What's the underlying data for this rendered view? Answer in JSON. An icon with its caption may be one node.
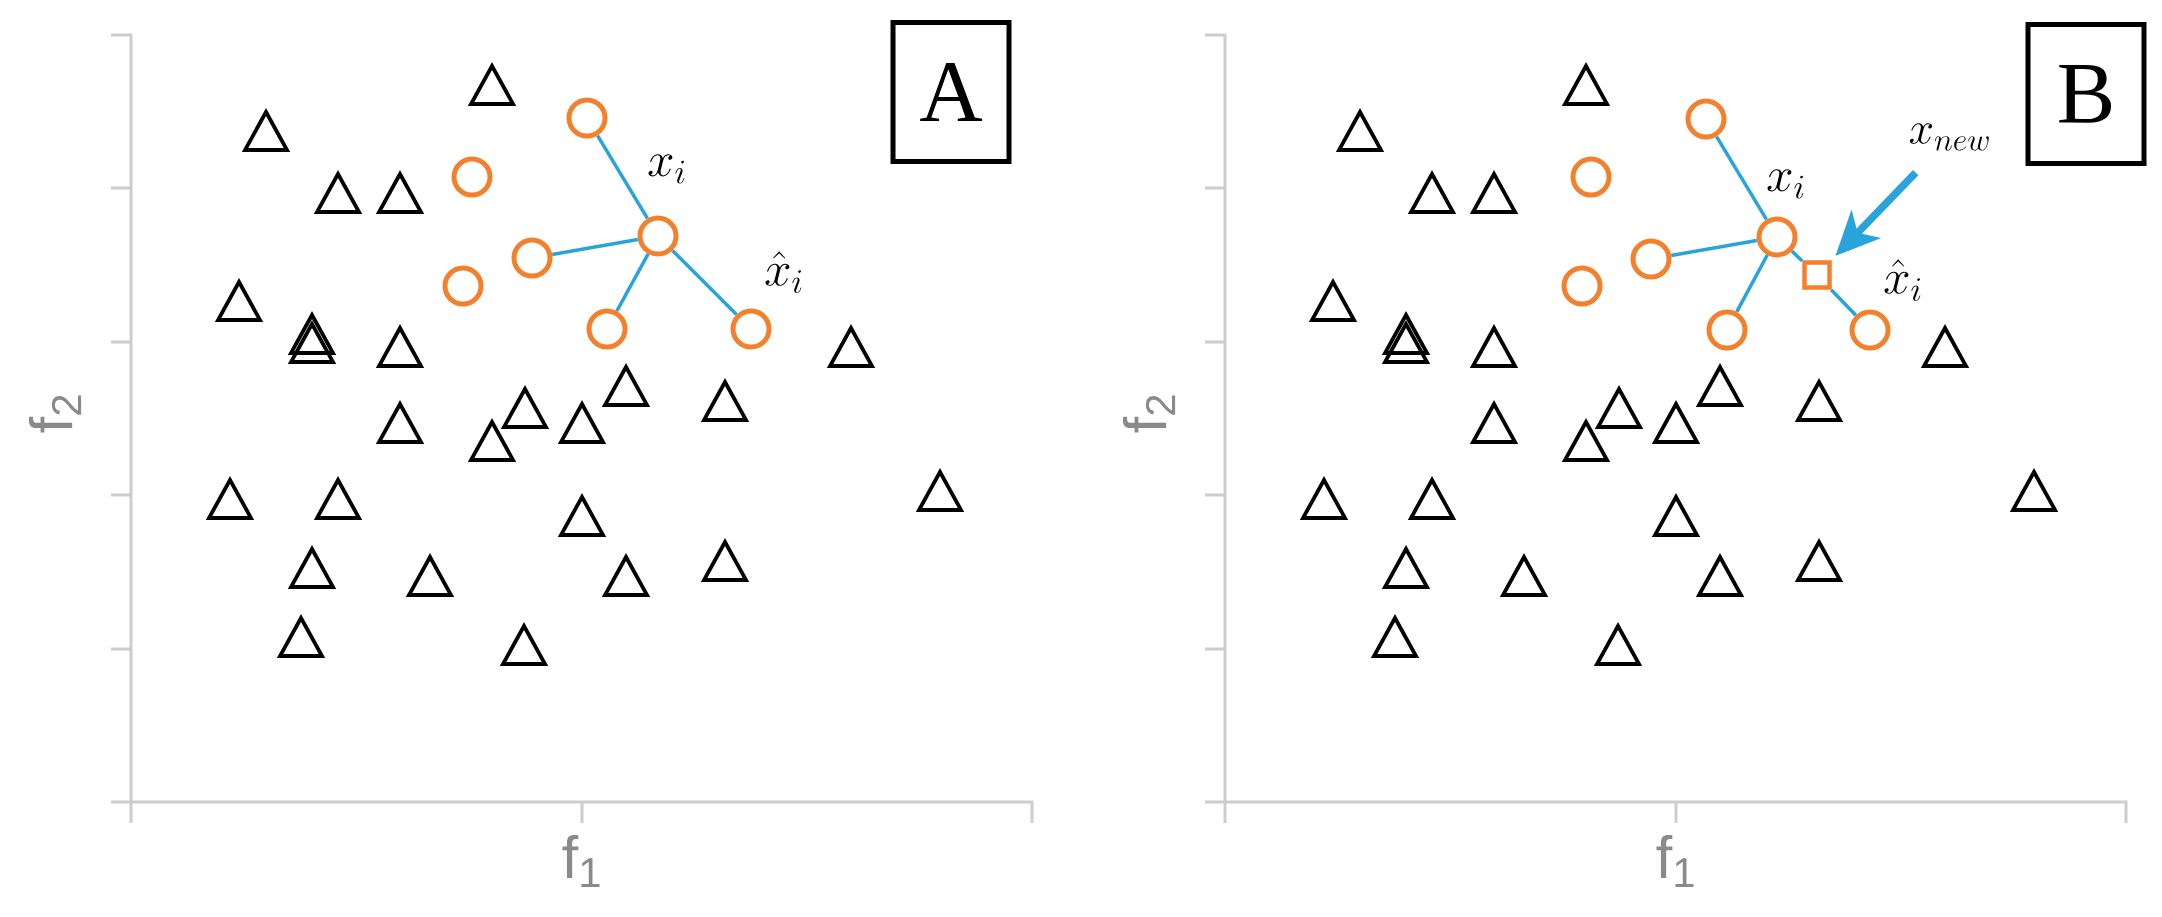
{
  "diagram": {
    "nodes": [
      {
        "text": [
          "A"
        ]
      },
      {
        "text": [],
        "shape": "circle"
      },
      {
        "text": [],
        "shape": "circle"
      },
      {
        "text": [],
        "shape": "circle",
        "beside": [
          "x_i"
        ]
      },
      {
        "text": [],
        "shape": "circle"
      },
      {
        "text": [],
        "shape": "circle"
      },
      {
        "text": [],
        "shape": "circle"
      },
      {
        "text": [],
        "shape": "circle",
        "beside": [
          "\\hat{x}_i"
        ]
      },
      {
        "text": [
          "B"
        ]
      },
      {
        "text": [
          "x_{new}"
        ]
      },
      {
        "text": [],
        "shape": "circle"
      },
      {
        "text": [],
        "shape": "circle"
      },
      {
        "text": [],
        "shape": "circle",
        "beside": [
          "x_i"
        ]
      },
      {
        "text": [],
        "shape": "circle"
      },
      {
        "text": [],
        "shape": "circle"
      },
      {
        "text": [],
        "shape": "circle"
      },
      {
        "text": [],
        "shape": "circle",
        "beside": [
          "\\hat{x}_i"
        ]
      },
      {
        "text": [],
        "shape": "box"
      }
    ],
    "edges": [
      {
        "from": 3,
        "to": 1,
        "arrow": "none"
      },
      {
        "from": 3,
        "to": 4,
        "arrow": "none"
      },
      {
        "from": 3,
        "to": 6,
        "arrow": "none"
      },
      {
        "from": 3,
        "to": 7,
        "arrow": "none"
      },
      {
        "from": 12,
        "to": 10,
        "arrow": "none"
      },
      {
        "from": 12,
        "to": 13,
        "arrow": "none"
      },
      {
        "from": 12,
        "to": 15,
        "arrow": "none"
      },
      {
        "from": 12,
        "to": 17,
        "arrow": "none"
      },
      {
        "from": 17,
        "to": 16,
        "arrow": "none"
      },
      {
        "from": 9,
        "to": 17,
        "arrow": "to",
        "style": "thick"
      }
    ],
    "labels": [
      "f$_{2}$",
      "f$_{1}$",
      "f$_{2}$",
      "f$_{1}$"
    ]
  }
}
